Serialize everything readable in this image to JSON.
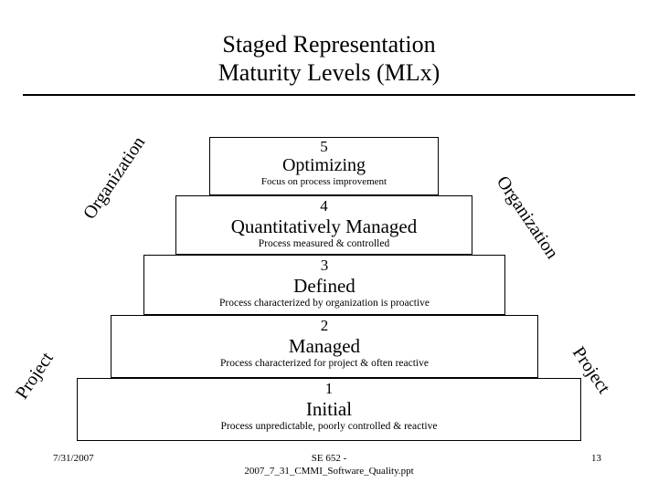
{
  "slide": {
    "background_color": "#ffffff",
    "text_color": "#000000",
    "title": {
      "line1": "Staged Representation",
      "line2": "Maturity Levels (MLx)"
    }
  },
  "pyramid": {
    "levels": [
      {
        "number": "5",
        "name": "Optimizing",
        "description": "Focus on process improvement"
      },
      {
        "number": "4",
        "name": "Quantitatively Managed",
        "description": "Process measured & controlled"
      },
      {
        "number": "3",
        "name": "Defined",
        "description": "Process characterized by organization is proactive"
      },
      {
        "number": "2",
        "name": "Managed",
        "description": "Process characterized for project & often reactive"
      },
      {
        "number": "1",
        "name": "Initial",
        "description": "Process unpredictable, poorly controlled & reactive"
      }
    ]
  },
  "side_labels": {
    "organization_left": "Organization",
    "organization_right": "Organization",
    "project_left": "Project",
    "project_right": "Project"
  },
  "footer": {
    "date": "7/31/2007",
    "center_line1": "SE 652 -",
    "center_line2": "2007_7_31_CMMI_Software_Quality.ppt",
    "page_number": "13"
  }
}
